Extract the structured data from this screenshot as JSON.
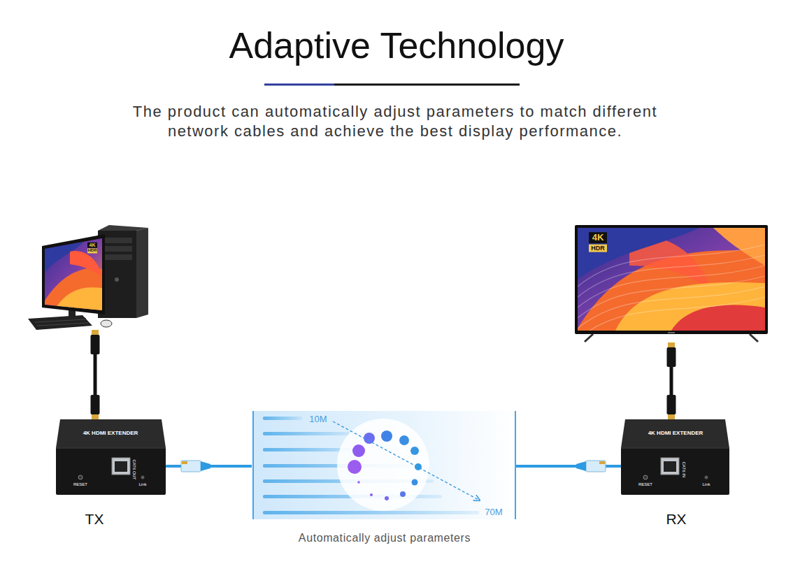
{
  "diagram": {
    "title": "Adaptive Technology",
    "nodes": [
      {
        "text": [
          "4K",
          "HDR"
        ]
      },
      {
        "text": [
          "4K",
          "HDR"
        ]
      },
      {
        "text": [
          "4K HDMI EXTENDER",
          "RESET",
          "CAT6 OUT",
          "Link",
          "TX"
        ]
      },
      {
        "text": [
          "10M",
          "70M",
          "Automatically adjust parameters"
        ]
      },
      {
        "text": [
          "4K HDMI EXTENDER",
          "RESET",
          "CAT6 IN",
          "Link",
          "RX"
        ]
      }
    ],
    "edges": [
      {
        "from": 0,
        "to": 2,
        "arrow": "none"
      },
      {
        "from": 2,
        "to": 3,
        "arrow": "none"
      },
      {
        "from": 3,
        "to": 4,
        "arrow": "none"
      },
      {
        "from": 4,
        "to": 1,
        "arrow": "none"
      }
    ],
    "labels": [
      "The product can automatically adjust parameters to match different network cables and achieve the best display performance."
    ]
  }
}
